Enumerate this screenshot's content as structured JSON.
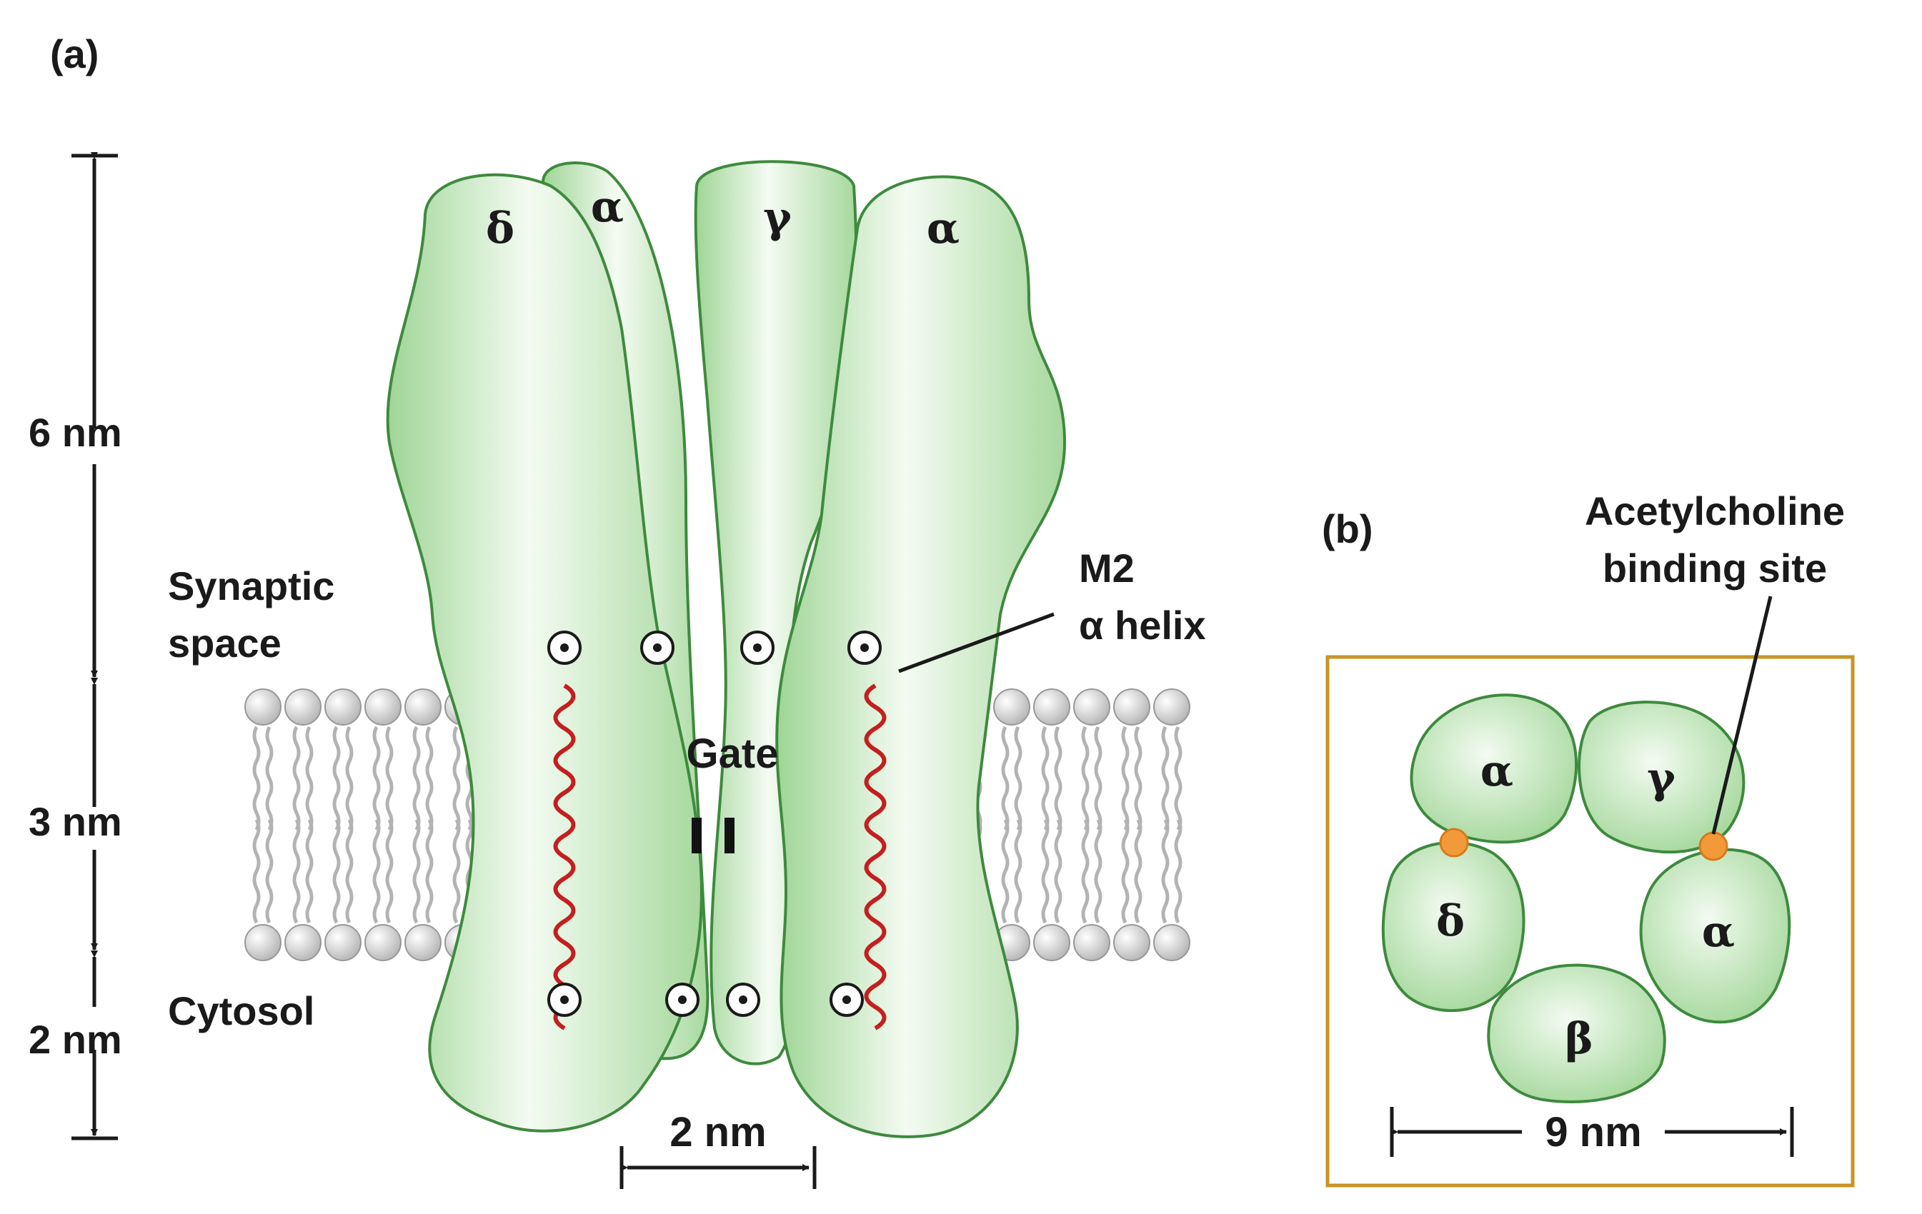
{
  "panel_a": {
    "label": "(a)",
    "dimensions": {
      "top": "6 nm",
      "middle": "3 nm",
      "bottom": "2 nm",
      "pore": "2 nm"
    },
    "region_labels": {
      "synaptic_line1": "Synaptic",
      "synaptic_line2": "space",
      "cytosol": "Cytosol"
    },
    "gate_label": "Gate",
    "gate_symbol": "I I",
    "m2_line1": "M2",
    "m2_line2": "α helix",
    "subunits": [
      "δ",
      "α",
      "γ",
      "α"
    ],
    "charge_symbol": "•"
  },
  "panel_b": {
    "label": "(b)",
    "binding_line1": "Acetylcholine",
    "binding_line2": "binding site",
    "subunits": [
      "α",
      "γ",
      "α",
      "β",
      "δ"
    ],
    "width_label": "9 nm"
  },
  "colors": {
    "subunit_fill": "#b8e2b0",
    "subunit_stroke": "#3e8a3e",
    "helix": "#c41f1f",
    "binding_site": "#f29a3a",
    "box_border": "#c89426",
    "lipid_head": "#d9d9d9"
  }
}
